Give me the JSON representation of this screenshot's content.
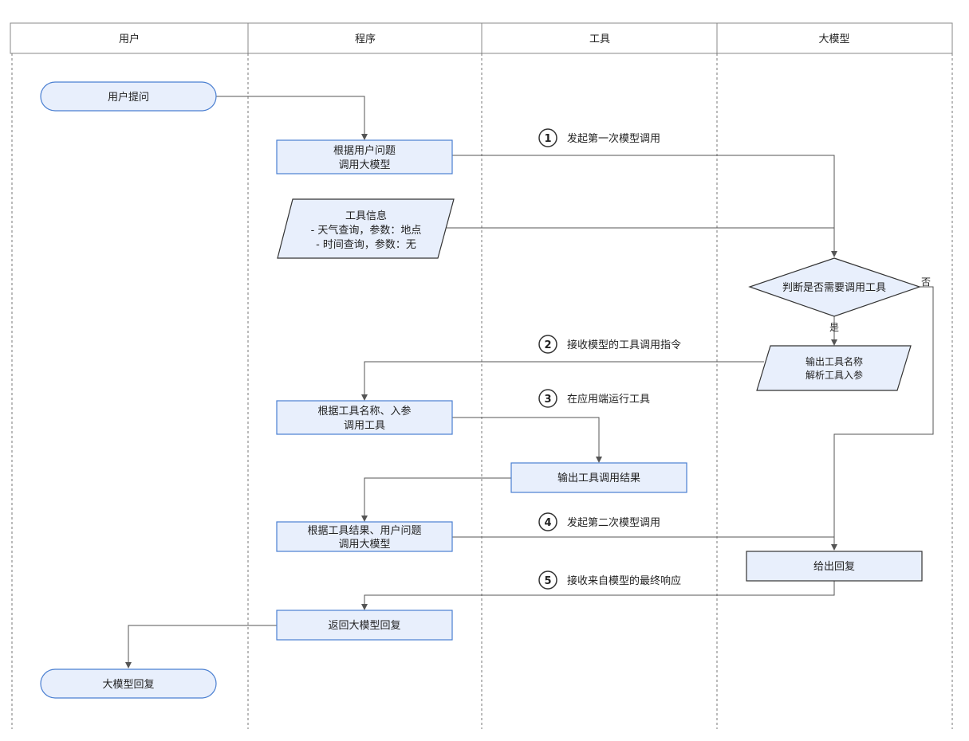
{
  "lanes": {
    "user": "用户",
    "program": "程序",
    "tool": "工具",
    "model": "大模型"
  },
  "nodes": {
    "user_question": "用户提问",
    "call_model_line1": "根据用户问题",
    "call_model_line2": "调用大模型",
    "tool_info_line1": "工具信息",
    "tool_info_line2": "- 天气查询，参数：地点",
    "tool_info_line3": "- 时间查询，参数：无",
    "decide_tool": "判断是否需要调用工具",
    "output_tool_line1": "输出工具名称",
    "output_tool_line2": "解析工具入参",
    "call_tool_line1": "根据工具名称、入参",
    "call_tool_line2": "调用工具",
    "tool_result": "输出工具调用结果",
    "call_model2_line1": "根据工具结果、用户问题",
    "call_model2_line2": "调用大模型",
    "give_reply": "给出回复",
    "return_reply": "返回大模型回复",
    "final_reply": "大模型回复"
  },
  "branches": {
    "yes": "是",
    "no": "否"
  },
  "steps": [
    {
      "num": "1",
      "label": "发起第一次模型调用"
    },
    {
      "num": "2",
      "label": "接收模型的工具调用指令"
    },
    {
      "num": "3",
      "label": "在应用端运行工具"
    },
    {
      "num": "4",
      "label": "发起第二次模型调用"
    },
    {
      "num": "5",
      "label": "接收来自模型的最终响应"
    }
  ],
  "colors": {
    "box_fill": "#e8effc",
    "box_stroke": "#4a7fd1",
    "dark_stroke": "#333333",
    "line": "#555555",
    "lane_border": "#888888"
  }
}
